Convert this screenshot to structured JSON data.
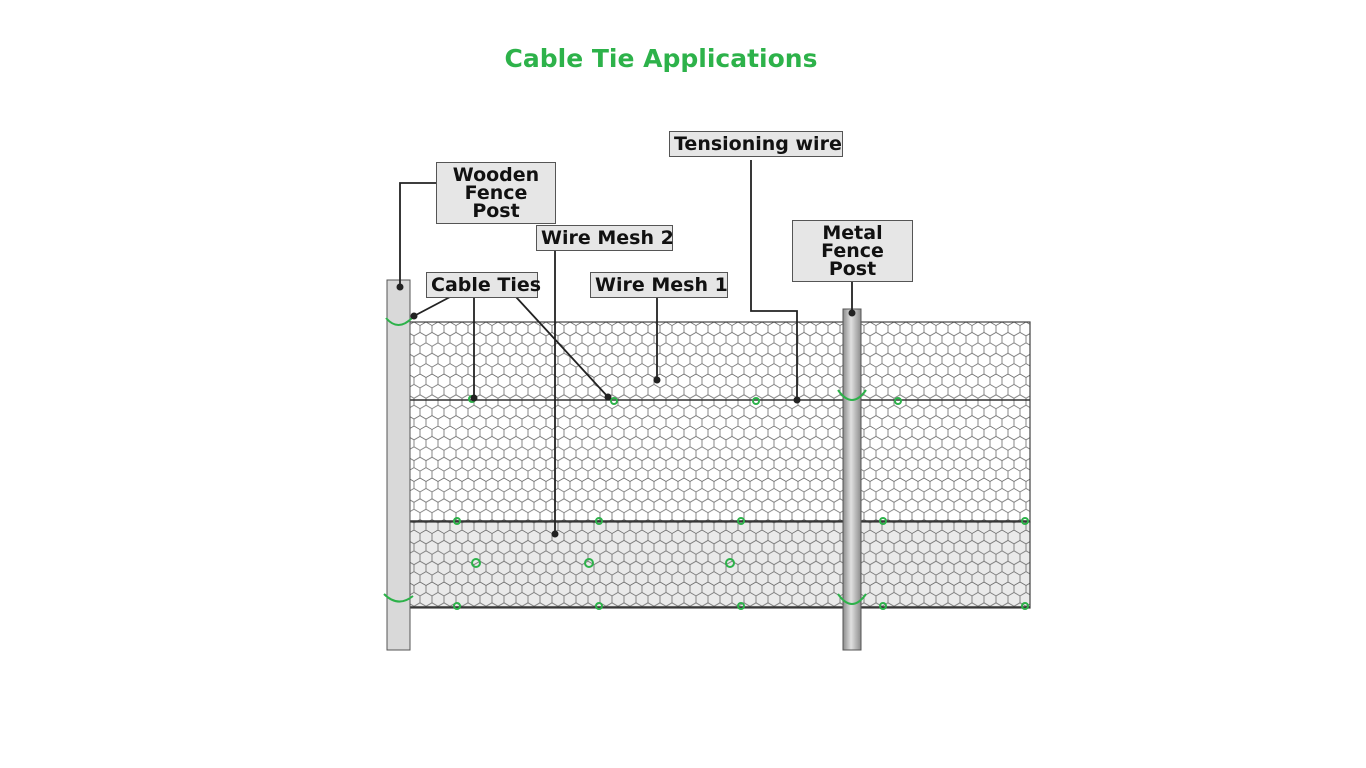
{
  "title": "Cable Tie Applications",
  "labels": {
    "wooden_post": "Wooden\nFence Post",
    "tensioning_wire": "Tensioning wire",
    "wire_mesh_2": "Wire Mesh 2",
    "metal_post": "Metal\nFence Post",
    "cable_ties": "Cable Ties",
    "wire_mesh_1": "Wire Mesh 1"
  },
  "colors": {
    "title": "#2db24a",
    "cable_tie": "#2db24a",
    "mesh": "#555555",
    "label_bg": "#e6e6e6",
    "post": "#d9d9d9",
    "metal_post": "#b0b0b0"
  }
}
